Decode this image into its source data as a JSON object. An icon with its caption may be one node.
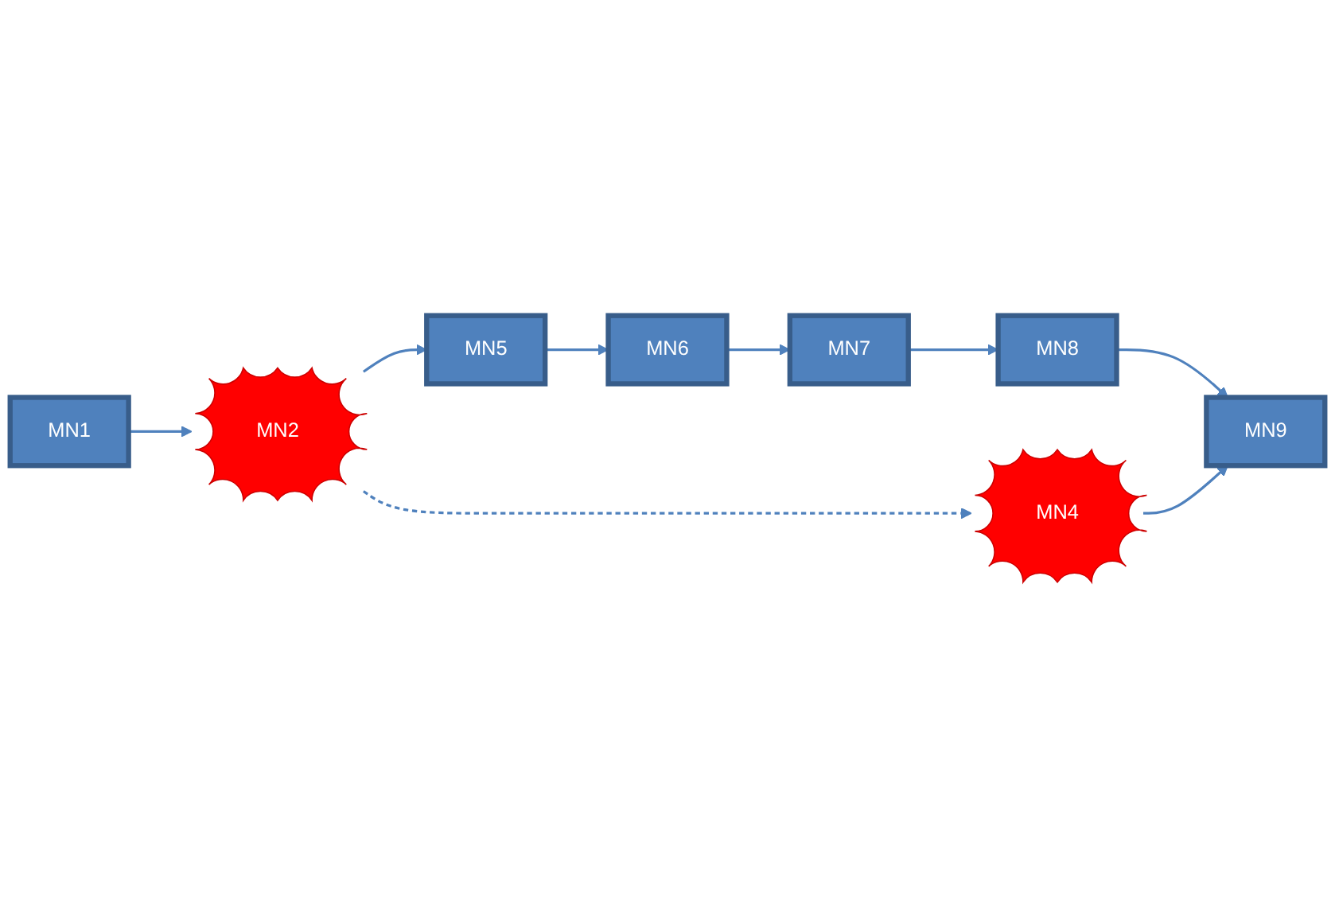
{
  "diagram": {
    "nodes": [
      {
        "text": [
          "MN1"
        ]
      },
      {
        "text": [
          "MN2"
        ]
      },
      {
        "text": [
          "MN4"
        ]
      },
      {
        "text": [
          "MN5"
        ]
      },
      {
        "text": [
          "MN6"
        ]
      },
      {
        "text": [
          "MN7"
        ]
      },
      {
        "text": [
          "MN8"
        ]
      },
      {
        "text": [
          "MN9"
        ]
      }
    ],
    "edges": [
      {
        "from": 0,
        "to": 1,
        "arrow": "to"
      },
      {
        "from": 1,
        "to": 3,
        "arrow": "to"
      },
      {
        "from": 3,
        "to": 4,
        "arrow": "to"
      },
      {
        "from": 4,
        "to": 5,
        "arrow": "to"
      },
      {
        "from": 5,
        "to": 6,
        "arrow": "to"
      },
      {
        "from": 6,
        "to": 7,
        "arrow": "to"
      },
      {
        "from": 1,
        "to": 2,
        "arrow": "to",
        "style": "dashed"
      },
      {
        "from": 2,
        "to": 7,
        "arrow": "to"
      }
    ]
  }
}
